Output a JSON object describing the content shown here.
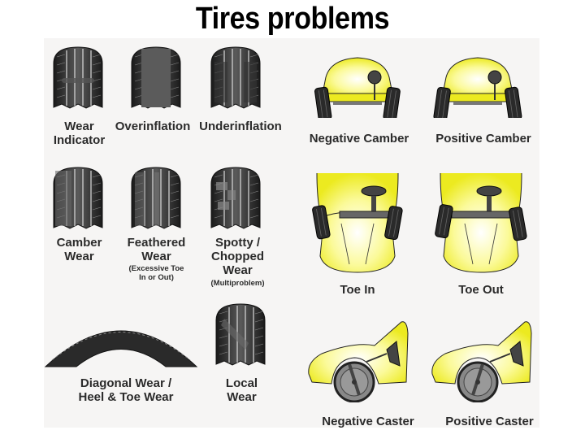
{
  "title": "Tires problems",
  "colors": {
    "car_body": "#f2f03a",
    "tire": "#2e2e2e",
    "label": "#2b2b2b",
    "background_panel": "#f6f5f4"
  },
  "tire_wear": [
    {
      "label_1": "Wear",
      "label_2": "Indicator"
    },
    {
      "label_1": "Overinflation"
    },
    {
      "label_1": "Underinflation"
    },
    {
      "label_1": "Camber",
      "label_2": "Wear"
    },
    {
      "label_1": "Feathered",
      "label_2": "Wear",
      "note_1": "(Excessive Toe",
      "note_2": "In or Out)"
    },
    {
      "label_1": "Spotty /",
      "label_2": "Chopped",
      "label_3": "Wear",
      "note_1": "(Multiproblem)"
    },
    {
      "label_1": "Diagonal Wear /",
      "label_2": "Heel & Toe Wear"
    },
    {
      "label_1": "Local",
      "label_2": "Wear"
    }
  ],
  "alignment": [
    {
      "label": "Negative Camber"
    },
    {
      "label": "Positive Camber"
    },
    {
      "label": "Toe In"
    },
    {
      "label": "Toe Out"
    },
    {
      "label": "Negative Caster"
    },
    {
      "label": "Positive Caster"
    }
  ]
}
